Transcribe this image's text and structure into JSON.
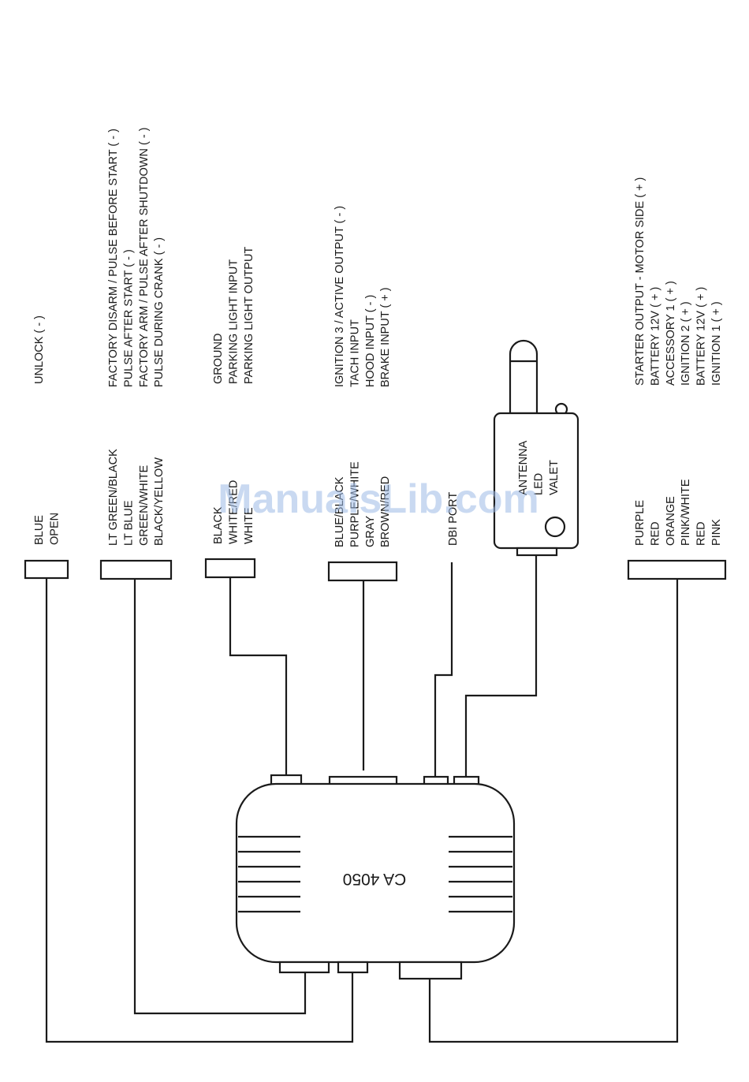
{
  "groups": [
    {
      "functions": [
        "UNLOCK ( - )"
      ],
      "wires": [
        "BLUE",
        "OPEN"
      ]
    },
    {
      "functions": [
        "FACTORY DISARM / PULSE BEFORE START ( - )",
        "PULSE AFTER START ( - )",
        "FACTORY ARM / PULSE AFTER SHUTDOWN ( - )",
        "PULSE DURING CRANK ( - )"
      ],
      "wires": [
        "LT GREEN/BLACK",
        "LT BLUE",
        "GREEN/WHITE",
        "BLACK/YELLOW"
      ]
    },
    {
      "functions": [
        "GROUND",
        "PARKING LIGHT INPUT",
        "PARKING LIGHT OUTPUT"
      ],
      "wires": [
        "BLACK",
        "WHITE/RED",
        "WHITE"
      ]
    },
    {
      "functions": [
        "IGNITION 3 / ACTIVE OUTPUT ( - )",
        "TACH INPUT",
        "HOOD INPUT ( - )",
        "BRAKE INPUT ( + )"
      ],
      "wires": [
        "BLUE/BLACK",
        "PURPLE/WHITE",
        "GRAY",
        "BROWN/RED"
      ]
    },
    {
      "functions": [],
      "wires": [
        "DBI PORT"
      ]
    },
    {
      "functions": [],
      "wires": [
        "ANTENNA",
        "LED",
        "VALET"
      ]
    },
    {
      "functions": [
        "STARTER OUTPUT - MOTOR SIDE ( + )",
        "BATTERY 12V ( + )",
        "ACCESSORY 1 ( + )",
        "IGNITION 2 ( + )",
        "BATTERY 12V ( + )",
        "IGNITION 1 ( + )"
      ],
      "wires": [
        "PURPLE",
        "RED",
        "ORANGE",
        "PINK/WHITE",
        "RED",
        "PINK"
      ]
    }
  ],
  "module_label": "CA 4050",
  "watermark": "ManualsLib.com",
  "colors": {
    "line": "#1a1a1a",
    "background": "#ffffff",
    "watermark": "#9dbbe6"
  }
}
